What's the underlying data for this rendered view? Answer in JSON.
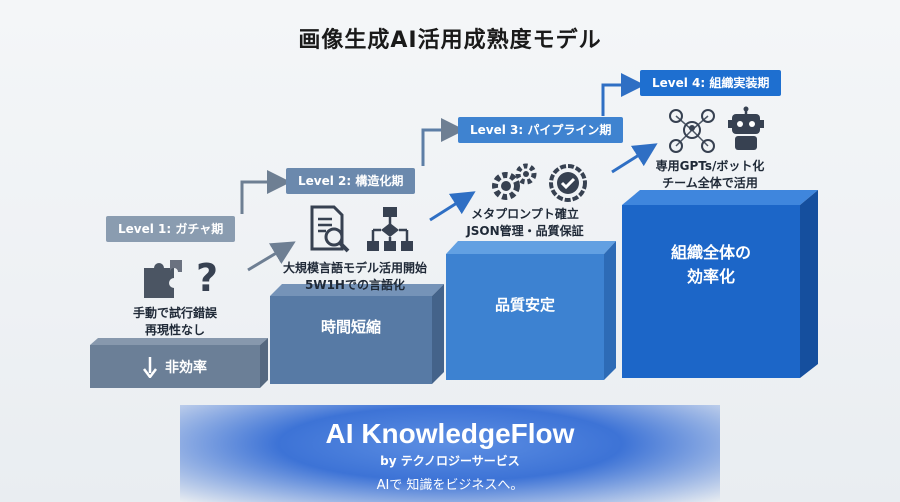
{
  "title": "画像生成AI活用成熟度モデル",
  "levels": [
    {
      "badge": "Level 1: ガチャ期",
      "caption": [
        "手動で試行錯誤",
        "再現性なし"
      ],
      "block_label": "非効率",
      "icons": [
        "puzzle-icon",
        "question-mark-icon",
        "down-arrow-icon"
      ]
    },
    {
      "badge": "Level 2: 構造化期",
      "caption": [
        "大規模言語モデル活用開始",
        "5W1Hでの言語化"
      ],
      "block_label": "時間短縮",
      "icons": [
        "document-search-icon",
        "flowchart-icon"
      ]
    },
    {
      "badge": "Level 3: パイプライン期",
      "caption": [
        "メタプロンプト確立",
        "JSON管理・品質保証"
      ],
      "block_label": "品質安定",
      "icons": [
        "gears-icon",
        "quality-check-icon"
      ]
    },
    {
      "badge": "Level 4: 組織実装期",
      "caption": [
        "専用GPTs/ボット化",
        "チーム全体で活用"
      ],
      "block_label": [
        "組織全体の",
        "効率化"
      ],
      "icons": [
        "team-network-icon",
        "robot-icon"
      ]
    }
  ],
  "colors": {
    "badge_level1": "#8a9cb0",
    "badge_level2": "#6b89ad",
    "badge_level3": "#3f83d0",
    "badge_level4": "#1e6fd0",
    "block_level1": "#6b7f97",
    "block_level2": "#577aa5",
    "block_level3": "#3d82d1",
    "block_level4": "#1c66c8",
    "accent_arrow": "#2f6fc4"
  },
  "footer": {
    "brand": "AI KnowledgeFlow",
    "byline": "by テクノロジーサービス",
    "tagline": "AIで 知識をビジネスへ。"
  }
}
